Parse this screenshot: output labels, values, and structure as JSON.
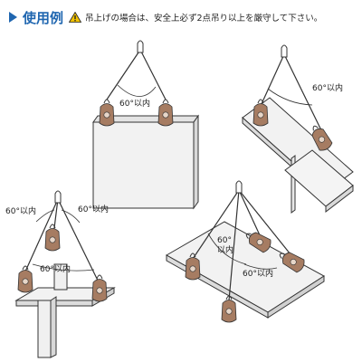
{
  "header": {
    "title": "使用例",
    "warning": "吊上げの場合は、安全上必ず2点吊り以上を厳守して下さい。"
  },
  "labels": {
    "plate_angle": "60°以内",
    "beam_angle": "60°以内",
    "corner_left_angle": "60°以内",
    "corner_right_angle": "60°以内",
    "corner_bottom_angle": "60°以内",
    "panel_angle_top_line1": "60°",
    "panel_angle_top_line2": "以内",
    "panel_angle_bottom": "60°以内"
  },
  "colors": {
    "accent": "#1f66b0",
    "warning": "#f2c200",
    "clamp": "#a67c62",
    "sheet": "#f2f2f2"
  },
  "icons": {
    "bullet": "triangle-right-icon",
    "warning": "warning-icon"
  }
}
